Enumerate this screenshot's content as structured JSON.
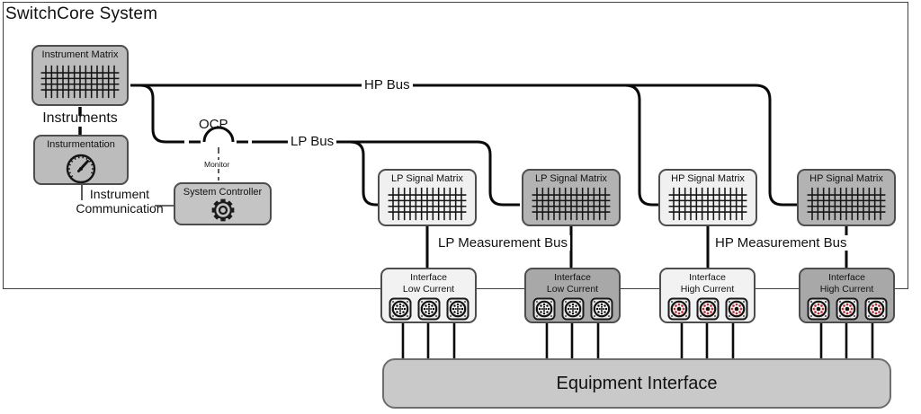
{
  "title": "SwitchCore System",
  "buses": {
    "hp": "HP Bus",
    "lp": "LP Bus",
    "lp_measurement": "LP Measurement Bus",
    "hp_measurement": "HP Measurement Bus"
  },
  "instrument_matrix": {
    "label": "Instrument Matrix"
  },
  "instruments_link_label": "Instruments",
  "insturmentation": {
    "label": "Insturmentation"
  },
  "instrument_communication": {
    "line1": "Instrument",
    "line2": "Communication"
  },
  "ocp": {
    "label": "OCP",
    "monitor_label": "Monitor"
  },
  "system_controller": {
    "label": "System Controller"
  },
  "signal_matrices": [
    {
      "label": "LP Signal Matrix",
      "variant": "light"
    },
    {
      "label": "LP Signal Matrix",
      "variant": "dark"
    },
    {
      "label": "HP Signal Matrix",
      "variant": "light"
    },
    {
      "label": "HP Signal Matrix",
      "variant": "dark"
    }
  ],
  "interfaces": [
    {
      "title": "Interface",
      "subtitle": "Low Current",
      "variant": "light",
      "connector": "low"
    },
    {
      "title": "Interface",
      "subtitle": "Low Current",
      "variant": "dark",
      "connector": "low"
    },
    {
      "title": "Interface",
      "subtitle": "High Current",
      "variant": "light",
      "connector": "high"
    },
    {
      "title": "Interface",
      "subtitle": "High Current",
      "variant": "dark",
      "connector": "high"
    }
  ],
  "equipment_interface": {
    "label": "Equipment Interface"
  },
  "colors": {
    "bus_line": "#0a0a0a",
    "box_border": "#4d4d4d",
    "box_medium": "#bcbcbc",
    "box_light": "#f0f0f0",
    "box_dark": "#b3b3b3",
    "interface_light": "#f2f2f2",
    "interface_dark": "#a8a8a8",
    "equipment_fill": "#c9c9c9",
    "pin_low_current": "#111111",
    "pin_high_current": "#c03030"
  }
}
